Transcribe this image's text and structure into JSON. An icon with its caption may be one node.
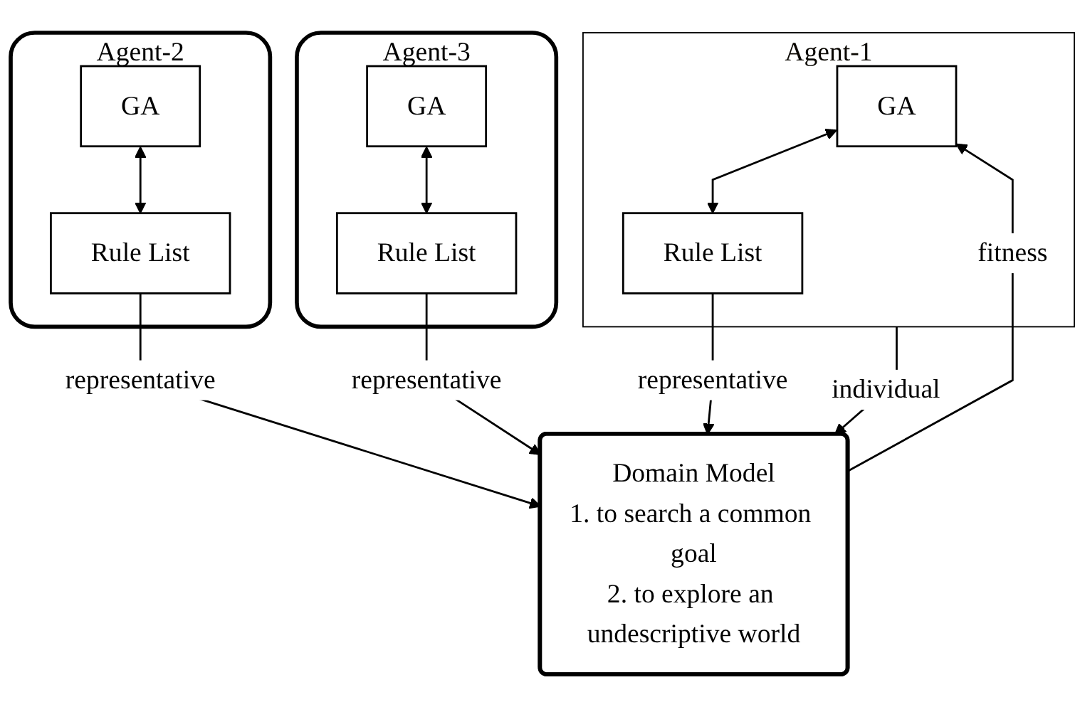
{
  "diagram": {
    "nodes": [
      {
        "text": [
          "Agent-1"
        ]
      },
      {
        "text": [
          "GA"
        ],
        "in": 0
      },
      {
        "text": [
          "Rule List"
        ],
        "in": 0
      },
      {
        "text": [
          "Agent-2"
        ]
      },
      {
        "text": [
          "GA"
        ],
        "in": 3
      },
      {
        "text": [
          "Rule List"
        ],
        "in": 3
      },
      {
        "text": [
          "Agent-3"
        ]
      },
      {
        "text": [
          "GA"
        ],
        "in": 6
      },
      {
        "text": [
          "Rule List"
        ],
        "in": 6
      },
      {
        "text": [
          "Domain Model",
          "1. to search a common goal",
          "2. to explore an undescriptive world"
        ]
      }
    ],
    "edges": [
      {
        "from": 1,
        "to": 2,
        "arrow": "both"
      },
      {
        "from": 4,
        "to": 5,
        "arrow": "both"
      },
      {
        "from": 7,
        "to": 8,
        "arrow": "both"
      },
      {
        "from": 2,
        "to": 9,
        "arrow": "to",
        "label": "representative"
      },
      {
        "from": 0,
        "to": 9,
        "arrow": "to",
        "label": "individual"
      },
      {
        "from": 9,
        "to": 1,
        "arrow": "to",
        "label": "fitness"
      },
      {
        "from": 5,
        "to": 9,
        "arrow": "to",
        "label": "representative"
      },
      {
        "from": 8,
        "to": 9,
        "arrow": "to",
        "label": "representative"
      }
    ]
  }
}
